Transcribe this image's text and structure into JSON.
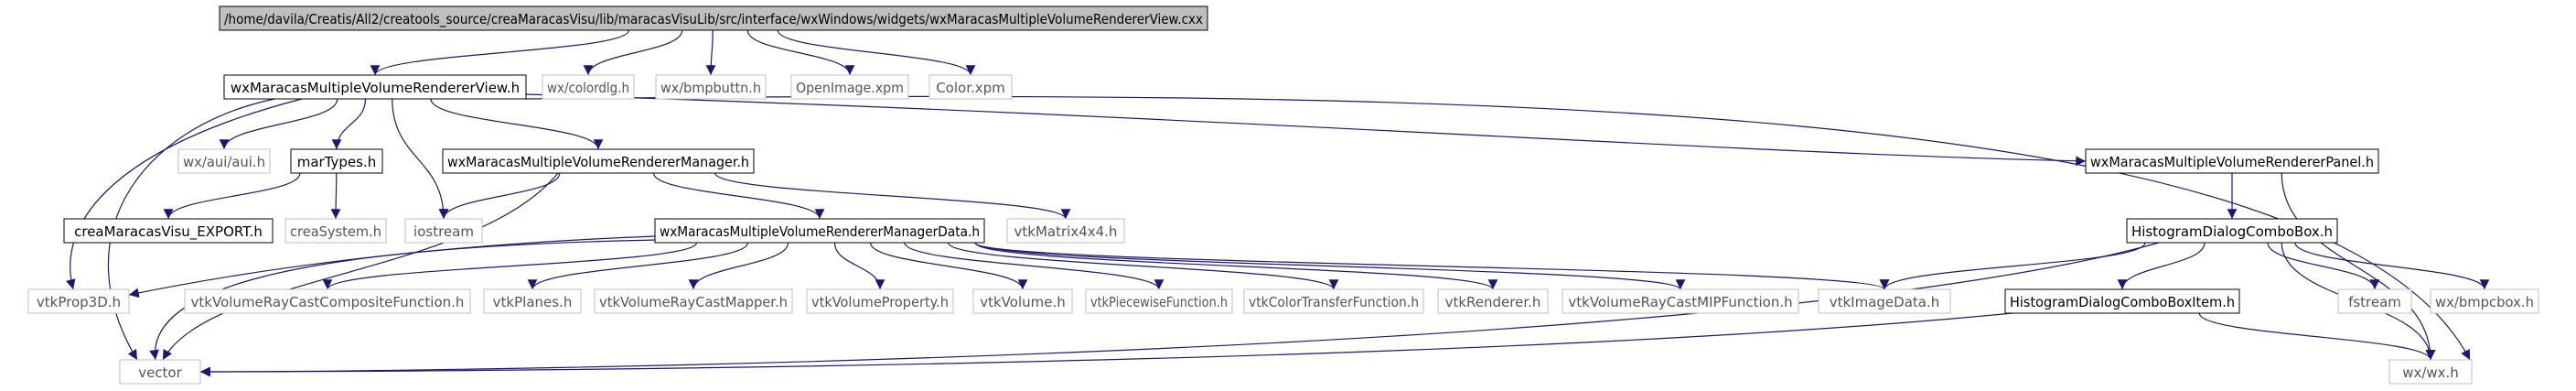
{
  "diagram": {
    "nodes": [
      {
        "id": "root",
        "label": "/home/davila/Creatis/All2/creatools_source/creaMaracasVisu/lib/maracasVisuLib/src/interface/wxWindows/widgets/wxMaracasMultipleVolumeRendererView.cxx",
        "kind": "root"
      },
      {
        "id": "viewh",
        "label": "wxMaracasMultipleVolumeRendererView.h",
        "kind": "doc"
      },
      {
        "id": "colordlg",
        "label": "wx/colordlg.h",
        "kind": "ext"
      },
      {
        "id": "bmpbuttn",
        "label": "wx/bmpbuttn.h",
        "kind": "ext"
      },
      {
        "id": "openimage",
        "label": "OpenImage.xpm",
        "kind": "ext"
      },
      {
        "id": "colorxpm",
        "label": "Color.xpm",
        "kind": "ext"
      },
      {
        "id": "auih",
        "label": "wx/aui/aui.h",
        "kind": "ext"
      },
      {
        "id": "martypes",
        "label": "marTypes.h",
        "kind": "doc"
      },
      {
        "id": "manager",
        "label": "wxMaracasMultipleVolumeRendererManager.h",
        "kind": "doc"
      },
      {
        "id": "panel",
        "label": "wxMaracasMultipleVolumeRendererPanel.h",
        "kind": "doc"
      },
      {
        "id": "export",
        "label": "creaMaracasVisu_EXPORT.h",
        "kind": "doc"
      },
      {
        "id": "creasystem",
        "label": "creaSystem.h",
        "kind": "ext"
      },
      {
        "id": "iostream",
        "label": "iostream",
        "kind": "ext"
      },
      {
        "id": "managerdata",
        "label": "wxMaracasMultipleVolumeRendererManagerData.h",
        "kind": "doc"
      },
      {
        "id": "matrix",
        "label": "vtkMatrix4x4.h",
        "kind": "ext"
      },
      {
        "id": "histcombo",
        "label": "HistogramDialogComboBox.h",
        "kind": "doc"
      },
      {
        "id": "prop3d",
        "label": "vtkProp3D.h",
        "kind": "ext"
      },
      {
        "id": "raycastcomp",
        "label": "vtkVolumeRayCastCompositeFunction.h",
        "kind": "ext"
      },
      {
        "id": "planes",
        "label": "vtkPlanes.h",
        "kind": "ext"
      },
      {
        "id": "raycastmapper",
        "label": "vtkVolumeRayCastMapper.h",
        "kind": "ext"
      },
      {
        "id": "volprop",
        "label": "vtkVolumeProperty.h",
        "kind": "ext"
      },
      {
        "id": "volume",
        "label": "vtkVolume.h",
        "kind": "ext"
      },
      {
        "id": "piecewise",
        "label": "vtkPiecewiseFunction.h",
        "kind": "ext"
      },
      {
        "id": "colortransfer",
        "label": "vtkColorTransferFunction.h",
        "kind": "ext"
      },
      {
        "id": "renderer",
        "label": "vtkRenderer.h",
        "kind": "ext"
      },
      {
        "id": "raycastmip",
        "label": "vtkVolumeRayCastMIPFunction.h",
        "kind": "ext"
      },
      {
        "id": "imagedata",
        "label": "vtkImageData.h",
        "kind": "ext"
      },
      {
        "id": "histitem",
        "label": "HistogramDialogComboBoxItem.h",
        "kind": "doc"
      },
      {
        "id": "fstream",
        "label": "fstream",
        "kind": "ext"
      },
      {
        "id": "bmpcbox",
        "label": "wx/bmpcbox.h",
        "kind": "ext"
      },
      {
        "id": "vector",
        "label": "vector",
        "kind": "ext"
      },
      {
        "id": "wxh",
        "label": "wx/wx.h",
        "kind": "ext"
      }
    ],
    "edges": [
      [
        "root",
        "viewh"
      ],
      [
        "root",
        "colordlg"
      ],
      [
        "root",
        "bmpbuttn"
      ],
      [
        "root",
        "openimage"
      ],
      [
        "root",
        "colorxpm"
      ],
      [
        "viewh",
        "auih"
      ],
      [
        "viewh",
        "martypes"
      ],
      [
        "viewh",
        "manager"
      ],
      [
        "viewh",
        "panel"
      ],
      [
        "viewh",
        "iostream"
      ],
      [
        "viewh",
        "prop3d"
      ],
      [
        "viewh",
        "vector"
      ],
      [
        "viewh",
        "wxh"
      ],
      [
        "martypes",
        "export"
      ],
      [
        "martypes",
        "creasystem"
      ],
      [
        "manager",
        "iostream"
      ],
      [
        "manager",
        "managerdata"
      ],
      [
        "manager",
        "matrix"
      ],
      [
        "manager",
        "vector"
      ],
      [
        "managerdata",
        "prop3d"
      ],
      [
        "managerdata",
        "raycastcomp"
      ],
      [
        "managerdata",
        "planes"
      ],
      [
        "managerdata",
        "raycastmapper"
      ],
      [
        "managerdata",
        "volprop"
      ],
      [
        "managerdata",
        "volume"
      ],
      [
        "managerdata",
        "piecewise"
      ],
      [
        "managerdata",
        "colortransfer"
      ],
      [
        "managerdata",
        "renderer"
      ],
      [
        "managerdata",
        "raycastmip"
      ],
      [
        "managerdata",
        "imagedata"
      ],
      [
        "managerdata",
        "vector"
      ],
      [
        "panel",
        "histcombo"
      ],
      [
        "panel",
        "wxh"
      ],
      [
        "histcombo",
        "imagedata"
      ],
      [
        "histcombo",
        "histitem"
      ],
      [
        "histcombo",
        "fstream"
      ],
      [
        "histcombo",
        "bmpcbox"
      ],
      [
        "histcombo",
        "wxh"
      ],
      [
        "histcombo",
        "vector"
      ],
      [
        "histitem",
        "vector"
      ],
      [
        "histitem",
        "wxh"
      ]
    ]
  }
}
